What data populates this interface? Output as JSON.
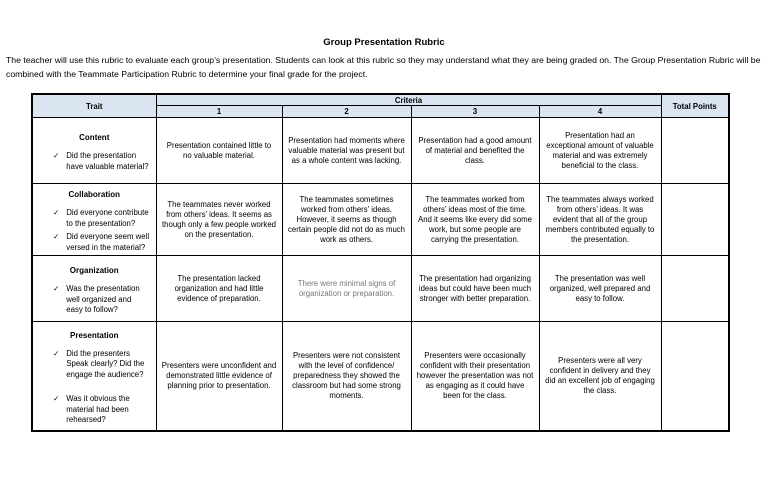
{
  "page": {
    "title": "Group Presentation Rubric",
    "intro": "The teacher will use this rubric to evaluate each group’s presentation. Students can look at this rubric so they may understand what they are being graded on. The Group Presentation Rubric will be combined with the Teammate Participation Rubric to determine your final grade for the project."
  },
  "colors": {
    "header_bg": "#dbe5f1",
    "border": "#000000",
    "muted_text": "#767676"
  },
  "icons": {
    "check_glyph": "✓"
  },
  "table": {
    "headers": {
      "trait": "Trait",
      "criteria": "Criteria",
      "total_points": "Total Points",
      "levels": [
        "1",
        "2",
        "3",
        "4"
      ]
    },
    "rows": [
      {
        "trait": {
          "title": "Content",
          "items": [
            "Did the presentation have valuable material?"
          ]
        },
        "criteria": [
          "Presentation contained little to no valuable material.",
          "Presentation had moments where valuable material was present but as a whole content was lacking.",
          "Presentation had a good amount of material and benefited the class.",
          "Presentation had an exceptional amount of valuable material and was extremely beneficial to the class."
        ],
        "total": ""
      },
      {
        "trait": {
          "title": "Collaboration",
          "items": [
            "Did everyone contribute to the presentation?",
            "Did everyone seem well versed in the material?"
          ]
        },
        "criteria": [
          "The teammates never worked from others’ ideas. It seems as though only a few people worked on the presentation.",
          "The teammates sometimes worked from others’ ideas. However, it seems as though certain people did not do as much work as others.",
          "The teammates worked from others’ ideas most of the time. And it seems like every did some work, but some people are carrying the presentation.",
          "The teammates always worked from others’ ideas. It was evident that all of the group members contributed equally to the presentation."
        ],
        "total": ""
      },
      {
        "trait": {
          "title": "Organization",
          "items": [
            "Was the presentation well organized and easy to follow?"
          ]
        },
        "criteria": [
          "The presentation lacked organization and had little evidence of preparation.",
          "There were minimal signs of organization or preparation.",
          "The presentation had organizing ideas but could have been much stronger with better preparation.",
          "The presentation was well organized, well prepared and easy to follow."
        ],
        "total": ""
      },
      {
        "trait": {
          "title": "Presentation",
          "items": [
            "Did the presenters Speak clearly? Did the engage the audience?",
            "Was it obvious the material had been rehearsed?"
          ]
        },
        "criteria": [
          "Presenters were unconfident and demonstrated little evidence of planning prior to presentation.",
          "Presenters were not consistent with the level of confidence/ preparedness they showed the classroom but had some strong moments.",
          "Presenters were occasionally confident with their presentation however the presentation was not as engaging as it could have been for the class.",
          "Presenters were all very confident in delivery and they did an excellent job of engaging the class."
        ],
        "total": ""
      }
    ]
  }
}
